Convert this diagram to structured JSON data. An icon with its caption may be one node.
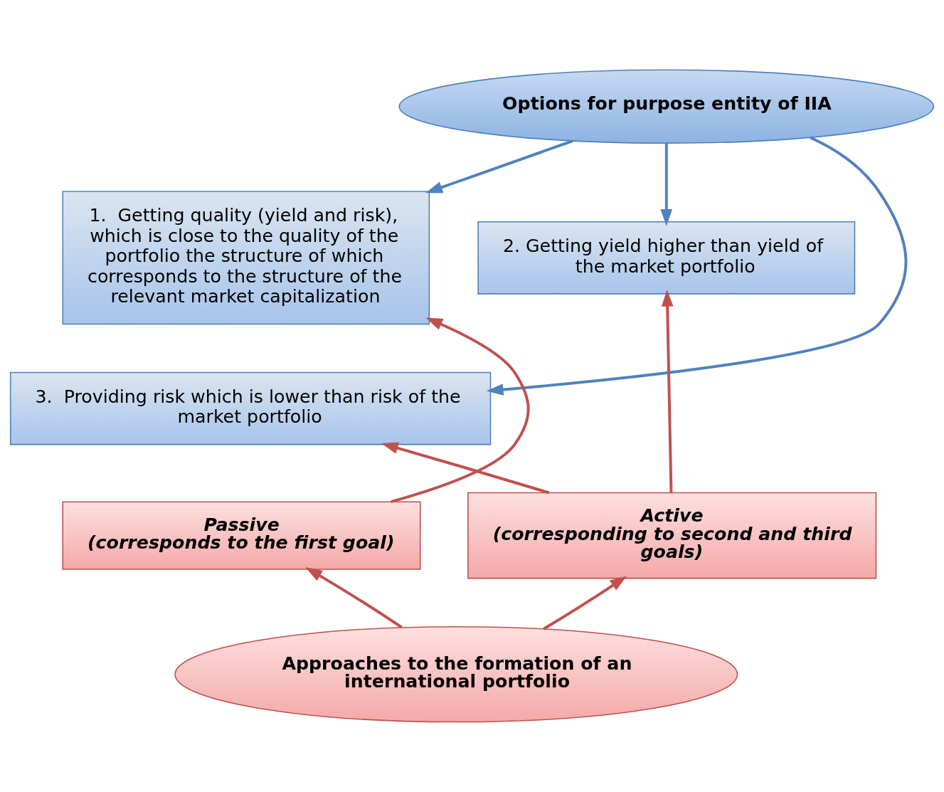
{
  "diagram": {
    "nodes": [
      {
        "text": [
          "Options for purpose entity of IIA"
        ]
      },
      {
        "text": [
          "1.  Getting quality (yield and risk), which is close to the quality of the portfolio the structure of which corresponds to the structure of the relevant market capitalization"
        ]
      },
      {
        "text": [
          "2. Getting yield higher than yield of the market portfolio"
        ]
      },
      {
        "text": [
          "3.  Providing risk which is lower than risk of the market portfolio"
        ]
      },
      {
        "text": [
          "Passive",
          "(corresponds to the first goal)"
        ]
      },
      {
        "text": [
          "Active",
          "(corresponding to second and third goals)"
        ]
      },
      {
        "text": [
          "Approaches to the formation of an international portfolio"
        ]
      }
    ],
    "edges": [
      {
        "from": 0,
        "to": 1,
        "arrow": "to",
        "color": "#4f81bd"
      },
      {
        "from": 0,
        "to": 3,
        "arrow": "to",
        "color": "#4f81bd"
      },
      {
        "from": 0,
        "to": 2,
        "arrow": "to",
        "color": "#4f81bd"
      },
      {
        "from": 4,
        "to": 1,
        "arrow": "to"
      },
      {
        "from": 5,
        "to": 3,
        "arrow": "to"
      },
      {
        "from": 5,
        "to": 2,
        "arrow": "to"
      },
      {
        "from": 6,
        "to": 4,
        "arrow": "to"
      },
      {
        "from": 6,
        "to": 5,
        "arrow": "to"
      }
    ]
  }
}
